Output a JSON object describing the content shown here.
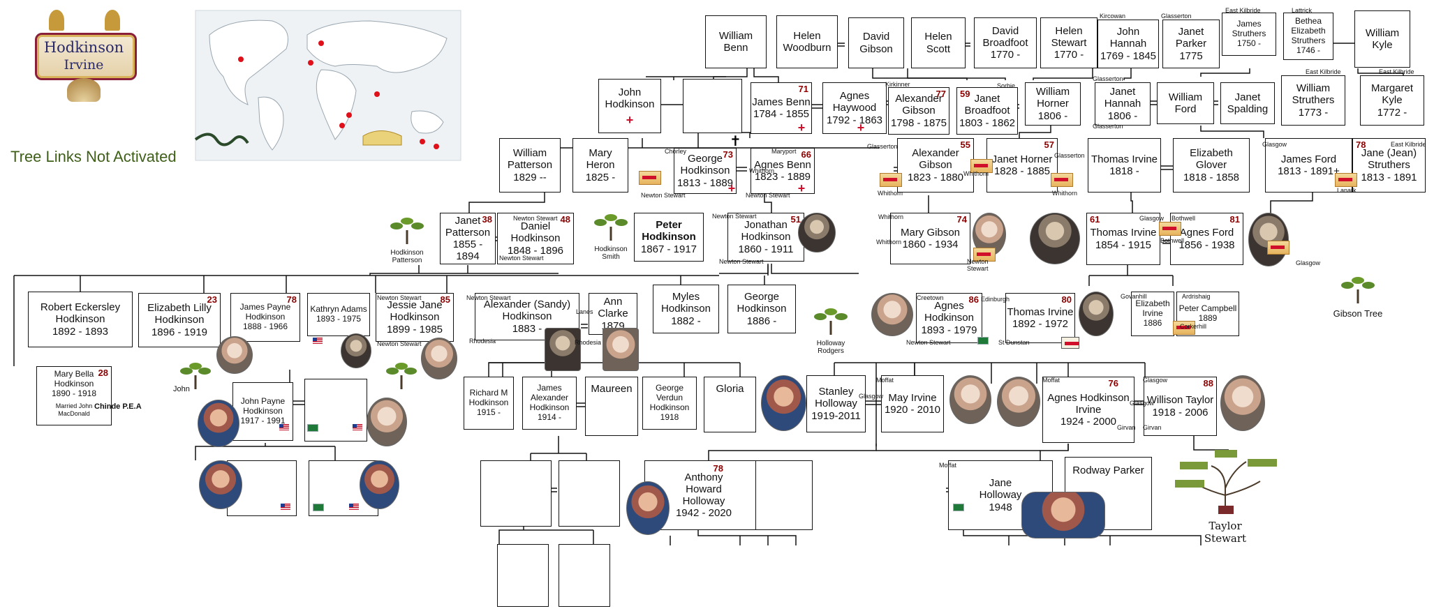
{
  "header": {
    "logo_line1": "Hodkinson",
    "logo_line2": "Irvine",
    "notice": "Tree Links Not Activated",
    "notice_color": "#3f5f18"
  },
  "trees": {
    "hodkinson_patterson": "Hodkinson Patterson",
    "hodkinson_smith": "Hodkinson Smith",
    "holloway_rodgers": "Holloway Rodgers",
    "gibson": "Gibson Tree",
    "taylor_stewart": "Taylor Stewart",
    "john": "John"
  },
  "people": {
    "william_benn": {
      "name": "William Benn",
      "dates": ""
    },
    "helen_woodburn": {
      "name": "Helen Woodburn",
      "dates": ""
    },
    "david_gibson": {
      "name": "David Gibson",
      "dates": ""
    },
    "helen_scott": {
      "name": "Helen Scott",
      "dates": ""
    },
    "david_broadfoot": {
      "name": "David Broadfoot",
      "dates": "1770 -"
    },
    "helen_stewart": {
      "name": "Helen Stewart",
      "dates": "1770 -"
    },
    "john_hannah": {
      "name": "John Hannah",
      "dates": "1769 - 1845"
    },
    "janet_parker": {
      "name": "Janet Parker",
      "dates": "1775"
    },
    "james_struthers": {
      "name": "James Struthers",
      "dates": "1750 -"
    },
    "bethea_struthers": {
      "name": "Bethea Elizabeth Struthers",
      "dates": "1746 -"
    },
    "william_kyle": {
      "name": "William Kyle",
      "dates": ""
    },
    "john_hodkinson": {
      "name": "John Hodkinson",
      "dates": ""
    },
    "blank_top": {
      "name": "",
      "dates": ""
    },
    "james_benn": {
      "name": "James Benn",
      "dates": "1784 - 1855",
      "age": "71"
    },
    "agnes_haywood": {
      "name": "Agnes Haywood",
      "dates": "1792 - 1863"
    },
    "alexander_gibson_sr": {
      "name": "Alexander Gibson",
      "dates": "1798 - 1875",
      "age": "77"
    },
    "janet_broadfoot": {
      "name": "Janet Broadfoot",
      "dates": "1803 - 1862",
      "age": "59"
    },
    "william_horner": {
      "name": "William Horner",
      "dates": "1806 -"
    },
    "janet_hannah": {
      "name": "Janet Hannah",
      "dates": "1806 -"
    },
    "william_ford": {
      "name": "William Ford",
      "dates": ""
    },
    "janet_spalding": {
      "name": "Janet Spalding",
      "dates": ""
    },
    "william_struthers": {
      "name": "William Struthers",
      "dates": "1773 -"
    },
    "margaret_kyle": {
      "name": "Margaret Kyle",
      "dates": "1772 -"
    },
    "william_patterson": {
      "name": "William Patterson",
      "dates": "1829 --"
    },
    "mary_heron": {
      "name": "Mary Heron",
      "dates": "1825 -"
    },
    "george_hodkinson": {
      "name": "George Hodkinson",
      "dates": "1813 - 1889",
      "age": "73"
    },
    "agnes_benn": {
      "name": "Agnes Benn",
      "dates": "1823 - 1889",
      "age": "66"
    },
    "alexander_gibson": {
      "name": "Alexander Gibson",
      "dates": "1823 - 1880",
      "age": "55"
    },
    "janet_horner": {
      "name": "Janet Horner",
      "dates": "1828 - 1885",
      "age": "57"
    },
    "thomas_irvine_sr": {
      "name": "Thomas Irvine",
      "dates": "1818 -"
    },
    "elizabeth_glover": {
      "name": "Elizabeth Glover",
      "dates": "1818 - 1858"
    },
    "james_ford": {
      "name": "James Ford",
      "dates": "1813 - 1891+"
    },
    "jane_struthers": {
      "name": "Jane (Jean) Struthers",
      "dates": "1813 - 1891",
      "age": "78"
    },
    "janet_patterson": {
      "name": "Janet Patterson",
      "dates": "1855 - 1894",
      "age": "38"
    },
    "daniel_hodkinson": {
      "name": "Daniel Hodkinson",
      "dates": "1848 - 1896",
      "age": "48"
    },
    "peter_hodkinson": {
      "name": "Peter Hodkinson",
      "dates": "1867 - 1917"
    },
    "jonathan_hodkinson": {
      "name": "Jonathan Hodkinson",
      "dates": "1860 - 1911",
      "age": "51"
    },
    "mary_gibson": {
      "name": "Mary Gibson",
      "dates": "1860 - 1934",
      "age": "74"
    },
    "thomas_irvine_mid": {
      "name": "Thomas Irvine",
      "dates": "1854 - 1915",
      "age": "61"
    },
    "agnes_ford": {
      "name": "Agnes Ford",
      "dates": "1856 - 1938",
      "age": "81"
    },
    "robert_hodkinson": {
      "name": "Robert Eckersley Hodkinson",
      "dates": "1892 - 1893"
    },
    "elizabeth_lilly": {
      "name": "Elizabeth Lilly Hodkinson",
      "dates": "1896 - 1919",
      "age": "23"
    },
    "james_payne": {
      "name": "James Payne Hodkinson",
      "dates": "1888 - 1966",
      "age": "78"
    },
    "kathryn_adams": {
      "name": "Kathryn Adams",
      "dates": "1893 - 1975"
    },
    "jessie_jane": {
      "name": "Jessie Jane Hodkinson",
      "dates": "1899 - 1985",
      "age": "85"
    },
    "alexander_sandy": {
      "name": "Alexander (Sandy) Hodkinson",
      "dates": "1883 -"
    },
    "ann_clarke": {
      "name": "Ann Clarke",
      "dates": "1879"
    },
    "myles_hodkinson": {
      "name": "Myles Hodkinson",
      "dates": "1882 -"
    },
    "george_hodkinson_jr": {
      "name": "George Hodkinson",
      "dates": "1886 -"
    },
    "agnes_hodkinson": {
      "name": "Agnes Hodkinson",
      "dates": "1893 - 1979",
      "age": "86"
    },
    "thomas_irvine_jr": {
      "name": "Thomas Irvine",
      "dates": "1892 - 1972",
      "age": "80"
    },
    "elizabeth_irvine": {
      "name": "Elizabeth Irvine",
      "dates": "1886"
    },
    "peter_campbell": {
      "name": "Peter Campbell",
      "dates": "1889"
    },
    "mary_bella": {
      "name": "Mary Bella Hodkinson",
      "dates": "1890 - 1918",
      "age": "28",
      "note": "Married John MacDonald"
    },
    "john_payne": {
      "name": "John Payne Hodkinson",
      "dates": "1917 - 1991"
    },
    "blank_jp_wife": {
      "name": "",
      "dates": ""
    },
    "richard_hodkinson": {
      "name": "Richard M Hodkinson",
      "dates": "1915 -"
    },
    "james_alexander": {
      "name": "James Alexander Hodkinson",
      "dates": "1914 -"
    },
    "maureen": {
      "name": "Maureen",
      "dates": ""
    },
    "george_verdun": {
      "name": "George Verdun Hodkinson",
      "dates": "1918"
    },
    "gloria": {
      "name": "Gloria",
      "dates": ""
    },
    "stanley_holloway": {
      "name": "Stanley Holloway",
      "dates": "1919-2011"
    },
    "may_irvine": {
      "name": "May Irvine",
      "dates": "1920 - 2010"
    },
    "agnes_h_irvine": {
      "name": "Agnes Hodkinson Irvine",
      "dates": "1924 - 2000",
      "age": "76"
    },
    "willison_taylor": {
      "name": "Willison Taylor",
      "dates": "1918 - 2006",
      "age": "88"
    },
    "blank_g5_a": {
      "name": "",
      "dates": ""
    },
    "blank_g5_b": {
      "name": "",
      "dates": ""
    },
    "blank_g5_c": {
      "name": "",
      "dates": ""
    },
    "blank_g5_d": {
      "name": "",
      "dates": ""
    },
    "anthony_holloway": {
      "name": "Anthony Howard Holloway",
      "dates": "1942 - 2020",
      "age": "78"
    },
    "blank_g5_e": {
      "name": "",
      "dates": ""
    },
    "jane_holloway": {
      "name": "Jane Holloway",
      "dates": "1948"
    },
    "rodway_parker": {
      "name": "Rodway Parker",
      "dates": ""
    },
    "blank_g6_a": {
      "name": "",
      "dates": ""
    },
    "blank_g6_b": {
      "name": "",
      "dates": ""
    }
  },
  "places": {
    "kircowan": "Kircowan",
    "glasserton1": "Glasserton",
    "east_kilbride1": "East Kilbride",
    "lattrick": "Lattrick",
    "east_kilbride2": "East Kilbride",
    "east_kilbride3": "East Kilbride",
    "kirkinner": "Kirkinner",
    "sorbie": "Sorbie",
    "glasserton2": "Glasserton",
    "glasserton3": "Glasserton",
    "glasserton4": "Glasserton",
    "glasserton5": "Glasserton",
    "glasgow1": "Glasgow",
    "east_kilbride4": "East Kilbride",
    "chorley": "Chorley",
    "maryport": "Maryport",
    "whithorn1": "Whithorn",
    "newton_stewart1": "Newton Stewart",
    "newton_stewart2": "Newton Stewart",
    "whithorn2": "Whithorn",
    "whithorn3": "Whithorn",
    "whithorn4": "Whithorn",
    "lanark": "Lanark",
    "newton_stewart3": "Newton Stewart",
    "newton_stewart4": "Newton Stewart",
    "newton_stewart5": "Newton Stewart",
    "newton_stewart6": "Newton Stewart",
    "whithorn5": "Whithorn",
    "whithorn6": "Whithorn",
    "newton_stewart7": "Newton Stewart",
    "glasgow2": "Glasgow",
    "bothwell1": "Bothwell",
    "bothwell2": "Bothwell",
    "glasgow3": "Glasgow",
    "newton_stewart8": "Newton Stewart",
    "newton_stewart9": "Newton Stewart",
    "newton_stewart10": "Newton Stewart",
    "lanes": "Lanes",
    "rhodesia1": "Rhodesia",
    "rhodesia2": "Rhodesia",
    "creetown": "Creetown",
    "edinburgh": "Edinburgh",
    "newton_stewart11": "Newton Stewart",
    "st_dunstan": "St Dunstan",
    "govanhill": "Govanhill",
    "ardrishaig": "Ardrishaig",
    "corkerhill": "Corkerhill",
    "chinde": "Chinde P.E.A",
    "moffat1": "Moffat",
    "glasgow4": "Glasgow",
    "moffat2": "Moffat",
    "glasgow5": "Glasgow",
    "glasgow6": "Glasgow",
    "girvan1": "Girvan",
    "girvan2": "Girvan",
    "moffat3": "Moffat"
  },
  "colors": {
    "age_red": "#8b0000",
    "cross_red": "#d0102a",
    "line": "#111111"
  }
}
